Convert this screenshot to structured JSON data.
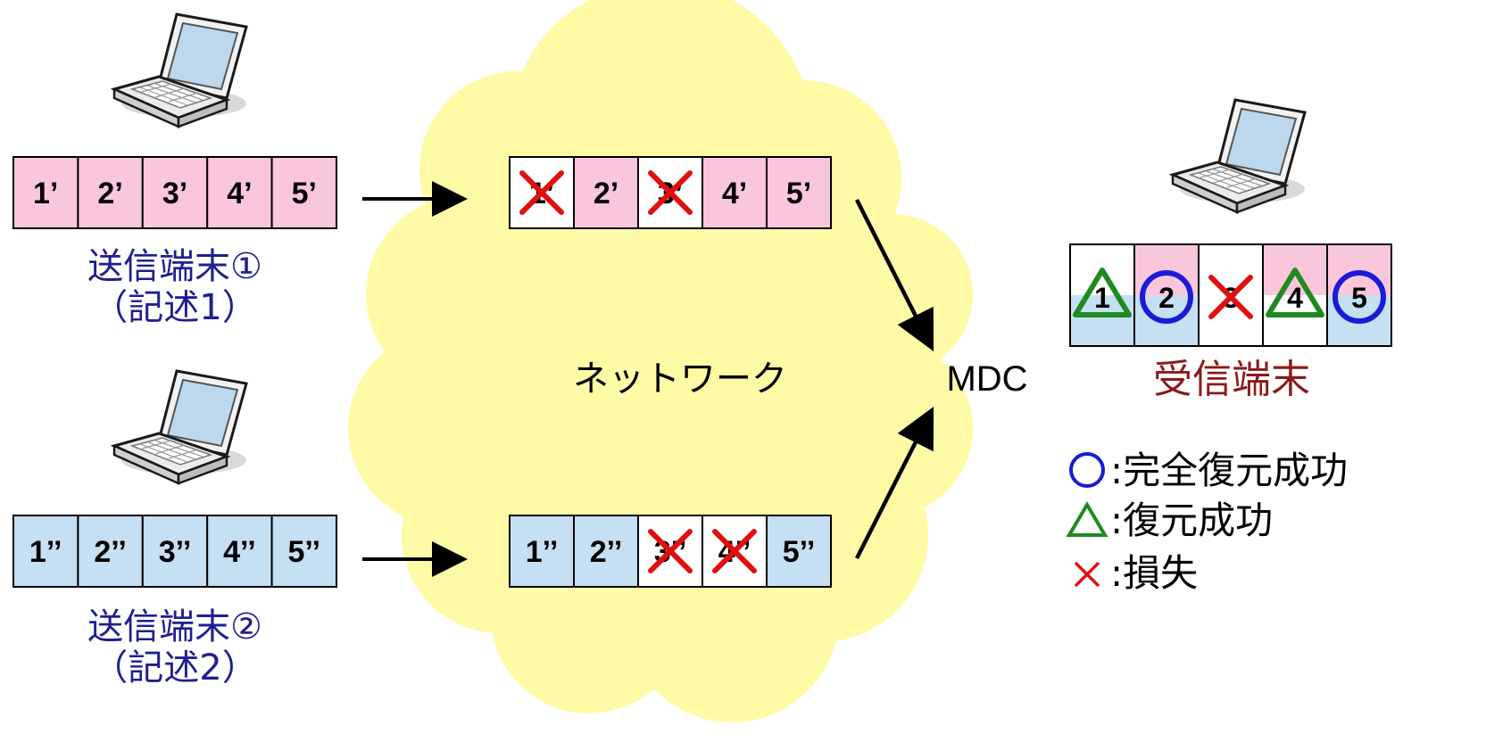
{
  "colors": {
    "description1": "#f9c6dc",
    "description2": "#c5dff3",
    "lost": "#ffffff",
    "cloud": "#fffaa5",
    "sender_text": "#1f1f8f",
    "receiver_text": "#8b1a1a",
    "cross": "#e01010",
    "circle": "#1a1ad8",
    "triangle": "#1f8a1f"
  },
  "senders": [
    {
      "label": "送信端末①",
      "sublabel": "（記述1）",
      "description": 1,
      "packets": [
        "1’",
        "2’",
        "3’",
        "4’",
        "5’"
      ]
    },
    {
      "label": "送信端末②",
      "sublabel": "（記述2）",
      "description": 2,
      "packets": [
        "1’’",
        "2’’",
        "3’’",
        "4’’",
        "5’’"
      ]
    }
  ],
  "network": {
    "label": "ネットワーク",
    "streams": [
      {
        "description": 1,
        "packets": [
          {
            "label": "1’",
            "lost": true
          },
          {
            "label": "2’",
            "lost": false
          },
          {
            "label": "3’",
            "lost": true
          },
          {
            "label": "4’",
            "lost": false
          },
          {
            "label": "5’",
            "lost": false
          }
        ]
      },
      {
        "description": 2,
        "packets": [
          {
            "label": "1’’",
            "lost": false
          },
          {
            "label": "2’’",
            "lost": false
          },
          {
            "label": "3’’",
            "lost": true
          },
          {
            "label": "4’’",
            "lost": true
          },
          {
            "label": "5’’",
            "lost": false
          }
        ]
      }
    ]
  },
  "mdc": {
    "label": "MDC"
  },
  "receiver": {
    "label": "受信端末",
    "packets": [
      {
        "label": "1",
        "status": "partial",
        "has_d1": false,
        "has_d2": true
      },
      {
        "label": "2",
        "status": "full",
        "has_d1": true,
        "has_d2": true
      },
      {
        "label": "3",
        "status": "lost",
        "has_d1": false,
        "has_d2": false
      },
      {
        "label": "4",
        "status": "partial",
        "has_d1": true,
        "has_d2": false
      },
      {
        "label": "5",
        "status": "full",
        "has_d1": true,
        "has_d2": true
      }
    ]
  },
  "legend": [
    {
      "symbol": "circle",
      "text": ":完全復元成功"
    },
    {
      "symbol": "triangle",
      "text": ":復元成功"
    },
    {
      "symbol": "cross",
      "text": ":損失"
    }
  ],
  "icons": {
    "sender": "laptop-icon",
    "receiver": "laptop-icon"
  }
}
